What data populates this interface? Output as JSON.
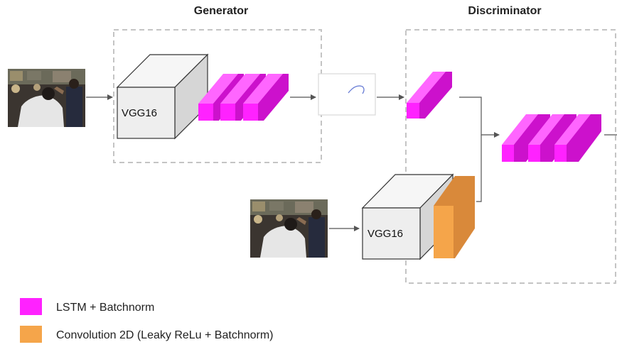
{
  "titles": {
    "generator": "Generator",
    "discriminator": "Discriminator"
  },
  "blocks": {
    "generator_backbone": "VGG16",
    "discriminator_backbone": "VGG16"
  },
  "legend": [
    {
      "label": "LSTM + Batchnorm",
      "color": "#ff22ff"
    },
    {
      "label": "Convolution 2D (Leaky ReLu + Batchnorm)",
      "color": "#f5a54a"
    }
  ],
  "colors": {
    "lstm_front": "#ff22ff",
    "lstm_top": "#ff66ff",
    "lstm_side": "#cc11cc",
    "conv_front": "#f5a54a",
    "conv_side": "#d9893a",
    "box_front": "#eeeeee",
    "box_top": "#f6f6f6",
    "box_side": "#d6d6d6",
    "dashed_border": "#c4c4c4",
    "arrow": "#555555"
  },
  "icons": {
    "input_frame": "photo-icon",
    "generated_caption": "caption-sketch-icon"
  }
}
